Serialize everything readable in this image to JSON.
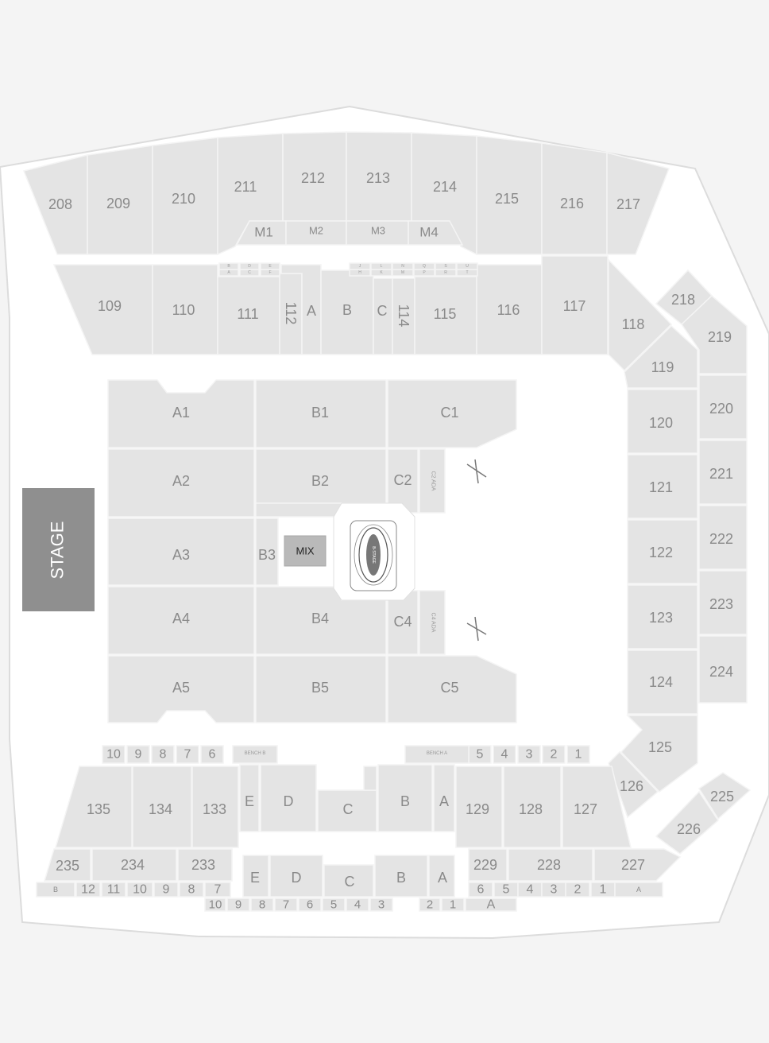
{
  "map": {
    "stage_label": "STAGE",
    "mix_label": "MIX",
    "bstage_label": "B-STAGE",
    "upper_level": [
      "208",
      "209",
      "210",
      "211",
      "212",
      "213",
      "214",
      "215",
      "216",
      "217"
    ],
    "suite_rows": [
      "M1",
      "M2",
      "M3",
      "M4"
    ],
    "lower_level_north": [
      "109",
      "110",
      "111",
      "112",
      "A",
      "B",
      "C",
      "114",
      "115",
      "116",
      "117",
      "118"
    ],
    "small_row_letters_left": [
      "B",
      "D",
      "E",
      "A",
      "C",
      "F"
    ],
    "small_row_letters_right": [
      "J",
      "L",
      "N",
      "Q",
      "S",
      "U",
      "H",
      "K",
      "M",
      "P",
      "R",
      "T"
    ],
    "east_side": [
      "218",
      "219",
      "119",
      "120",
      "220",
      "121",
      "221",
      "122",
      "222",
      "123",
      "223",
      "124",
      "224",
      "125",
      "126",
      "225",
      "226"
    ],
    "floor": [
      "A1",
      "B1",
      "C1",
      "A2",
      "B2",
      "C2",
      "A3",
      "B3",
      "A4",
      "B4",
      "C4",
      "A5",
      "B5",
      "C5"
    ],
    "floor_ada": [
      "C2 ADA",
      "C4 ADA"
    ],
    "south_rows_top": [
      "10",
      "9",
      "8",
      "7",
      "6",
      "5",
      "4",
      "3",
      "2",
      "1"
    ],
    "bench_labels": [
      "BENCH B",
      "BENCH A"
    ],
    "south_lower": [
      "135",
      "134",
      "133",
      "E",
      "D",
      "C",
      "B",
      "A",
      "129",
      "128",
      "127"
    ],
    "south_back": [
      "235",
      "234",
      "233",
      "E",
      "D",
      "C",
      "B",
      "A",
      "229",
      "228",
      "227"
    ],
    "south_rows_bottom_left": [
      "B",
      "12",
      "11",
      "10",
      "9",
      "8",
      "7"
    ],
    "south_rows_bottom_right": [
      "6",
      "5",
      "4",
      "3",
      "2",
      "1",
      "A"
    ],
    "south_rows_bottom_center": [
      "10",
      "9",
      "8",
      "7",
      "6",
      "5",
      "4",
      "3",
      "2",
      "1",
      "A"
    ]
  }
}
